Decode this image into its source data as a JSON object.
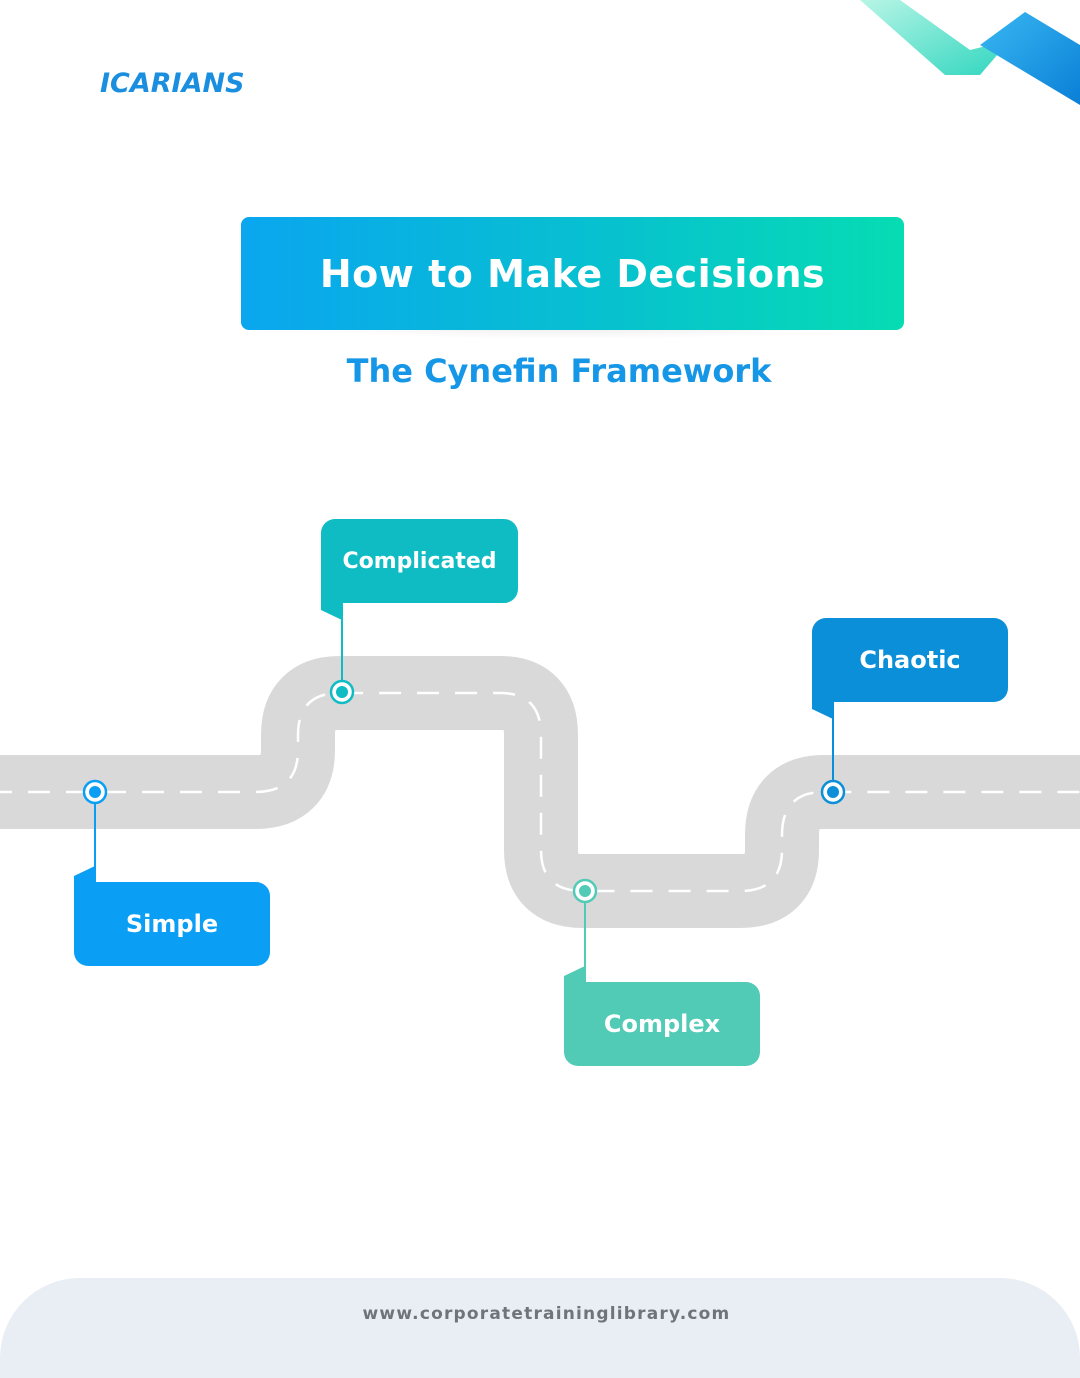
{
  "brand": {
    "logo_text": "ICARIANS"
  },
  "header": {
    "title": "How to Make Decisions",
    "subtitle": "The Cynefin Framework"
  },
  "stages": [
    {
      "label": "Simple",
      "color": "#0a9ef5"
    },
    {
      "label": "Complicated",
      "color": "#0fbcc4"
    },
    {
      "label": "Complex",
      "color": "#52cbb6"
    },
    {
      "label": "Chaotic",
      "color": "#0b8fd8"
    }
  ],
  "colors": {
    "accent": "#1596e6",
    "road": "#d9d9d9",
    "road_marking": "#ffffff",
    "gradient_start": "#0aa6ef",
    "gradient_end": "#06dcb3"
  },
  "footer": {
    "url": "www.corporatetraininglibrary.com"
  }
}
